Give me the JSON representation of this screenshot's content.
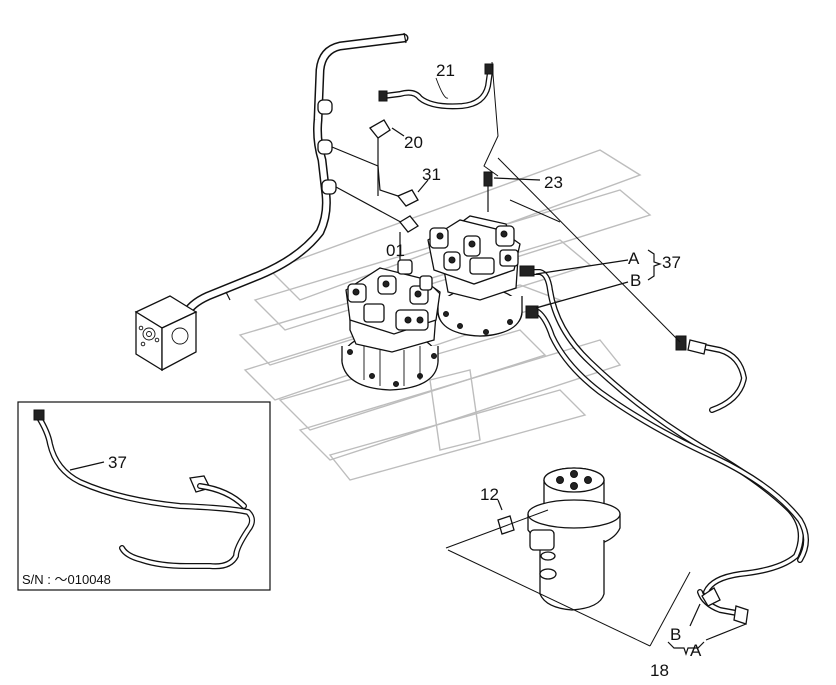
{
  "callouts": {
    "c21": "21",
    "c20": "20",
    "c31": "31",
    "c23": "23",
    "c01": "01",
    "cA_top": "A",
    "cB_top": "B",
    "c37_top": "37",
    "c12": "12",
    "cB_bottom": "B",
    "cA_bottom": "A",
    "c18": "18"
  },
  "inset": {
    "callout": "37",
    "serial_label": "S/N :  ～010048"
  },
  "icons": {
    "watermark": "brand-watermark-logo"
  }
}
